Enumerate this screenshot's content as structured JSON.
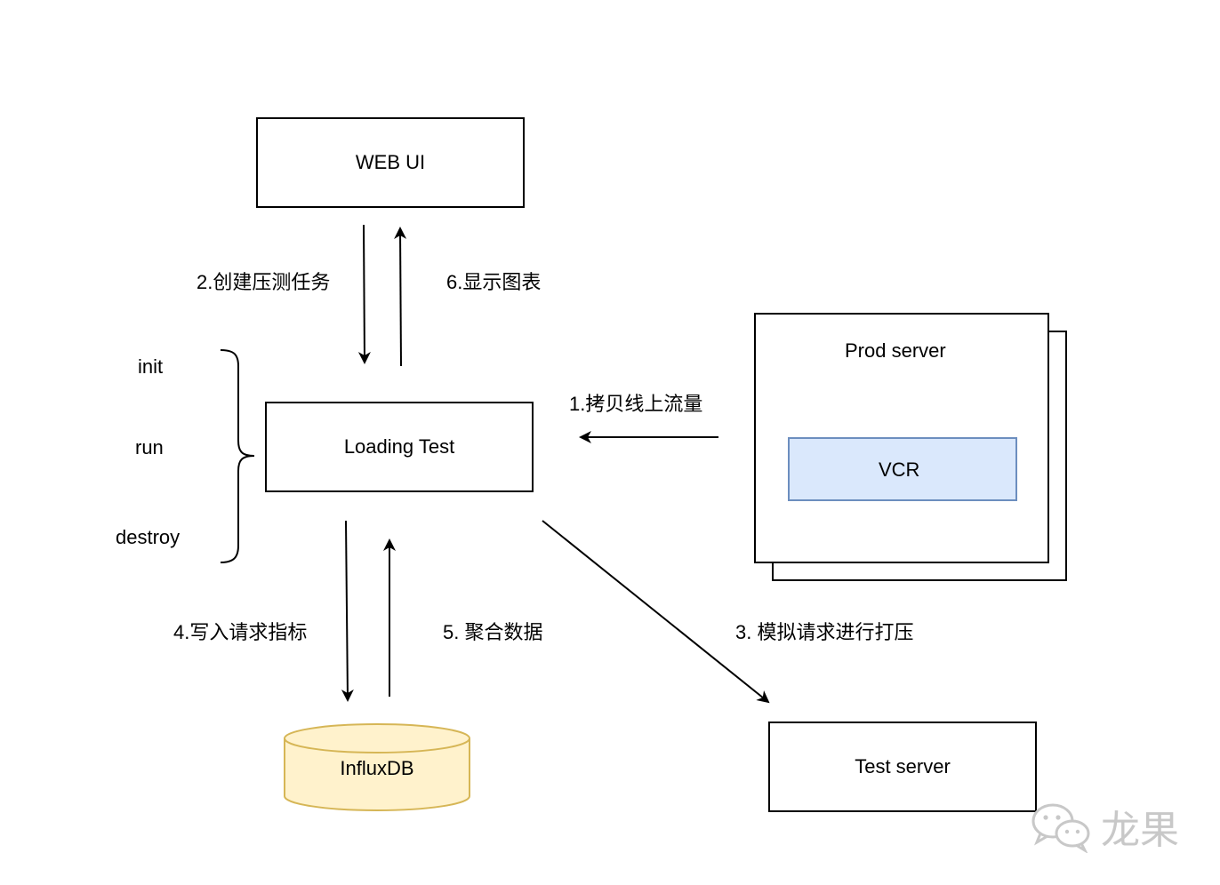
{
  "nodes": {
    "web_ui": "WEB UI",
    "loading_test": "Loading Test",
    "prod_server": "Prod server",
    "vcr": "VCR",
    "influxdb": "InfluxDB",
    "test_server": "Test server"
  },
  "lifecycle": [
    "init",
    "run",
    "destroy"
  ],
  "edges": {
    "create_task": "2.创建压测任务",
    "show_chart": "6.显示图表",
    "copy_traffic": "1.拷贝线上流量",
    "write_metrics": "4.写入请求指标",
    "aggregate": "5. 聚合数据",
    "simulate": "3. 模拟请求进行打压"
  },
  "watermark": {
    "text": "龙果",
    "icon": "wechat-icon"
  },
  "colors": {
    "vcr_fill": "#dae8fc",
    "vcr_border": "#6c8ebf",
    "db_fill": "#fff2cc",
    "db_border": "#d6b656",
    "stroke": "#000000"
  }
}
